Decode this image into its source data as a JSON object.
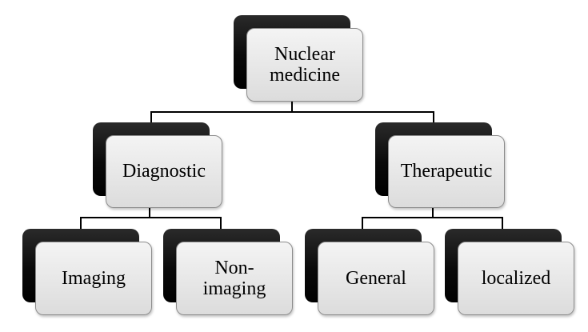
{
  "diagram": {
    "type": "hierarchy",
    "root": {
      "label": "Nuclear\nmedicine"
    },
    "level1": [
      {
        "label": "Diagnostic"
      },
      {
        "label": "Therapeutic"
      }
    ],
    "level2": {
      "diagnostic": [
        {
          "label": "Imaging"
        },
        {
          "label": "Non-\nimaging"
        }
      ],
      "therapeutic": [
        {
          "label": "General"
        },
        {
          "label": "localized"
        }
      ]
    }
  }
}
